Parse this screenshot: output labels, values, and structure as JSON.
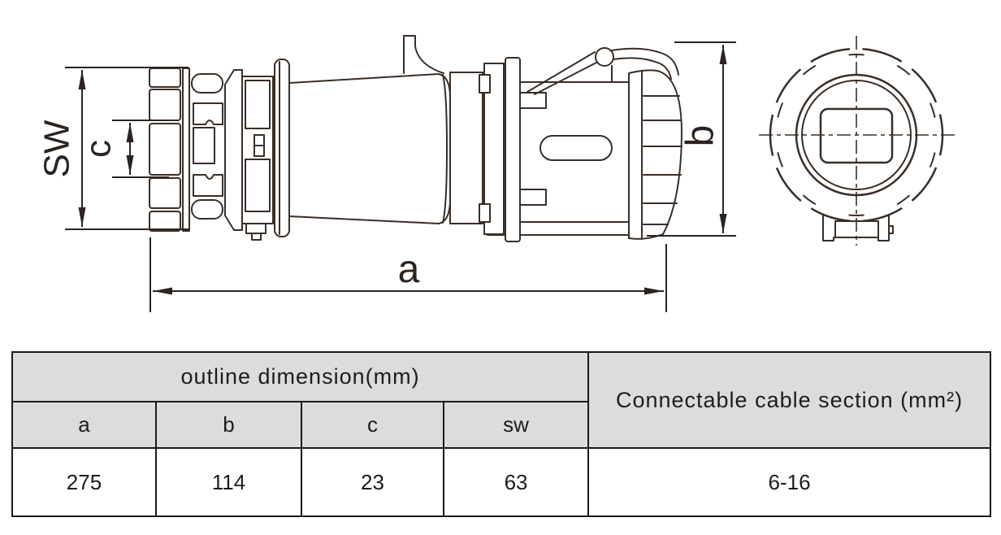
{
  "drawing": {
    "labels": {
      "sw": "SW",
      "c": "c",
      "a": "a",
      "b": "b"
    },
    "line_color": "#3a2e27"
  },
  "table": {
    "outline_header": "outline dimension(mm)",
    "cable_header": "Connectable cable section (mm²)",
    "columns": [
      "a",
      "b",
      "c",
      "sw"
    ],
    "values": [
      "275",
      "114",
      "23",
      "63"
    ],
    "cable_value": "6-16",
    "header_bg": "#dcdcdc",
    "border_color": "#1a1a1a"
  }
}
